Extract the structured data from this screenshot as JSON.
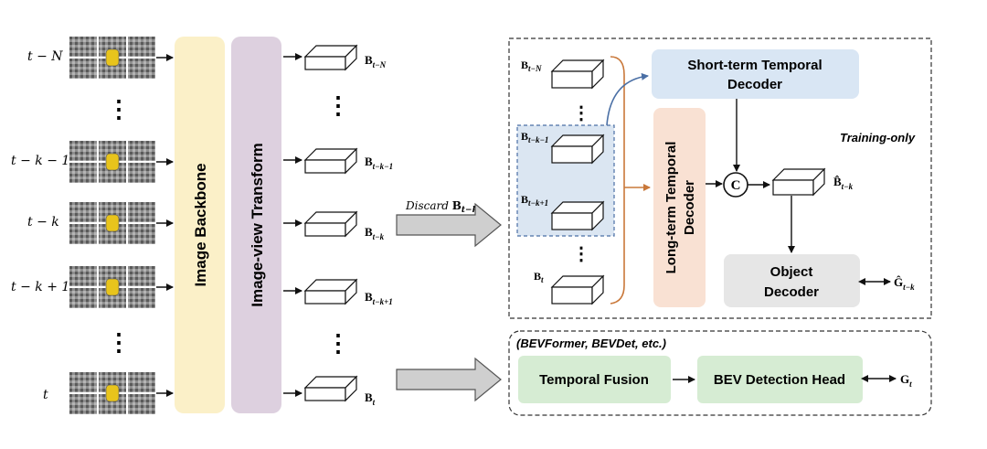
{
  "colors": {
    "backbone_fill": "#fbf0c8",
    "transform_fill": "#ddd0df",
    "short_term_fill": "#d9e6f4",
    "long_term_fill": "#f9e1d3",
    "object_decoder_fill": "#e6e6e6",
    "green_fill": "#d6ecd3",
    "highlight_fill": "#dbe6f2",
    "orange_arrow": "#c9783a",
    "blue_arrow": "#4a6fa5"
  },
  "time_labels": [
    "t − N",
    "t − k − 1",
    "t − k",
    "t − k + 1",
    "t"
  ],
  "dots": "⋮",
  "backbone_label": "Image Backbone",
  "transform_label": "Image-view Transform",
  "bev_labels": {
    "t_minus_N": {
      "base": "B",
      "sub": "t−N"
    },
    "t_minus_k_minus_1": {
      "base": "B",
      "sub": "t−k−1"
    },
    "t_minus_k": {
      "base": "B",
      "sub": "t−k"
    },
    "t_minus_k_plus_1": {
      "base": "B",
      "sub": "t−k+1"
    },
    "t": {
      "base": "B",
      "sub": "t"
    }
  },
  "discard_label": {
    "text": "Discard ",
    "base": "B",
    "sub": "t−k"
  },
  "training_box": {
    "short_term_line1": "Short-term Temporal",
    "short_term_line2": "Decoder",
    "long_term_line1": "Long-term Temporal",
    "long_term_line2": "Decoder",
    "training_only": "Training-only",
    "concat": "C",
    "object_decoder_line1": "Object",
    "object_decoder_line2": "Decoder",
    "inner_labels": {
      "b_t_minus_N": {
        "base": "B",
        "sub": "t−N"
      },
      "b_t_minus_k_minus_1": {
        "base": "B",
        "sub": "t−k−1"
      },
      "b_t_minus_k_plus_1": {
        "base": "B",
        "sub": "t−k+1"
      },
      "b_t": {
        "base": "B",
        "sub": "t"
      }
    },
    "pred_bev": {
      "base": "B̂",
      "sub": "t−k"
    },
    "pred_gt": {
      "base": "Ĝ",
      "sub": "t−k"
    }
  },
  "baseline_box": {
    "caption": "(BEVFormer, BEVDet, etc.)",
    "temporal_fusion": "Temporal Fusion",
    "detection_head": "BEV Detection Head",
    "gt": {
      "base": "G",
      "sub": "t"
    }
  }
}
